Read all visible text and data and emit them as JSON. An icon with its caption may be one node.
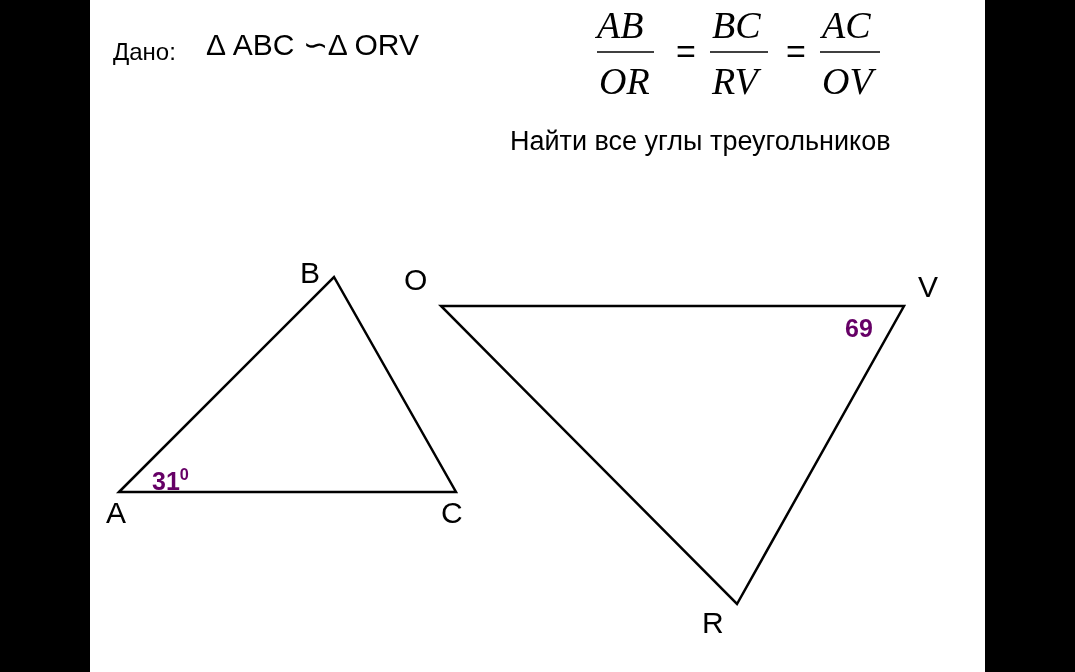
{
  "diagram": {
    "labels": [
      "Дано:",
      "Δ ABC ∽Δ ORV",
      "AB",
      "OR",
      "=",
      "BC",
      "RV",
      "=",
      "AC",
      "OV",
      "Найти все углы треугольников",
      "B",
      "O",
      "V",
      "69",
      "31$^{0}$",
      "A",
      "C",
      "R"
    ]
  }
}
